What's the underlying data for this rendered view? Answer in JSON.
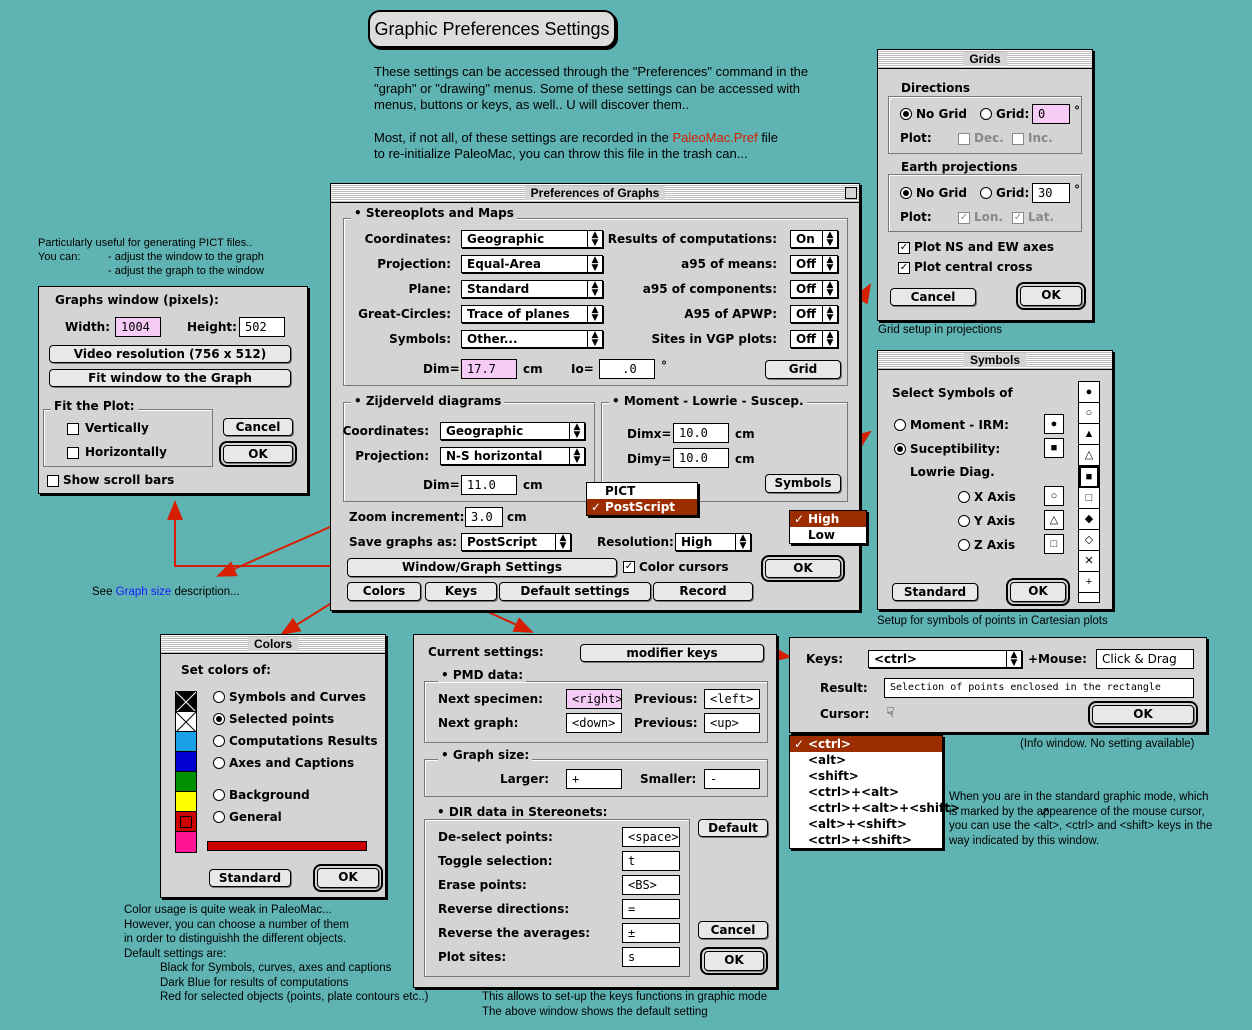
{
  "title": "Graphic Preferences Settings",
  "intro": {
    "line1": "These settings can be accessed through the \"Preferences\"  command in the",
    "line2": "\"graph\" or \"drawing\" menus. Some of these settings can be accessed with",
    "line3": "menus, buttons or keys, as well.. U will discover them..",
    "line4_pre": "Most, if not all, of these settings are recorded in the ",
    "line4_link": "PaleoMac.Pref",
    "line4_post": " file",
    "line5": "to re-initialize PaleoMac, you can throw this file in the trash can..."
  },
  "colors": {
    "bg": "#5fb3b3",
    "window": "#d4d4d4",
    "pink_field": "#f6ccf6",
    "menu_sel": "#9c2d00",
    "arrow_red": "#d61f00",
    "arrow_blue": "#1a1a9c",
    "link_red": "#d61f00",
    "link_blue": "#1a1aff"
  },
  "prefs": {
    "title": "Preferences of Graphs",
    "stereo": {
      "group": "Stereoplots and Maps",
      "coordinates_label": "Coordinates:",
      "coordinates": "Geographic",
      "projection_label": "Projection:",
      "projection": "Equal-Area",
      "plane_label": "Plane:",
      "plane": "Standard",
      "great_label": "Great-Circles:",
      "great": "Trace of planes",
      "symbols_label": "Symbols:",
      "symbols": "Other...",
      "results_label": "Results of computations:",
      "results": "On",
      "a95means_label": "a95 of means:",
      "a95means": "Off",
      "a95comp_label": "a95 of components:",
      "a95comp": "Off",
      "apwp_label": "A95 of APWP:",
      "apwp": "Off",
      "vgp_label": "Sites in VGP plots:",
      "vgp": "Off",
      "dim_label": "Dim=",
      "dim": "17.7",
      "cm": "cm",
      "io_label": "Io=",
      "io": ".0",
      "deg": "°",
      "grid_button": "Grid"
    },
    "zijd": {
      "group": "Zijderveld diagrams",
      "coordinates_label": "Coordinates:",
      "coordinates": "Geographic",
      "projection_label": "Projection:",
      "projection": "N-S horizontal",
      "dim_label": "Dim=",
      "dim": "11.0",
      "cm": "cm"
    },
    "moment": {
      "group": "Moment - Lowrie - Suscep.",
      "dimx_label": "Dimx=",
      "dimx": "10.0",
      "dimy_label": "Dimy=",
      "dimy": "10.0",
      "cm": "cm",
      "symbols_button": "Symbols"
    },
    "zoom_label": "Zoom increment:",
    "zoom": "3.0",
    "zoom_cm": "cm",
    "save_label": "Save graphs as:",
    "save": "PostScript",
    "resolution_label": "Resolution:",
    "resolution": "High",
    "window_button": "Window/Graph Settings",
    "color_cursors": "Color cursors",
    "ok": "OK",
    "colors_button": "Colors",
    "keys_button": "Keys",
    "default_button": "Default settings",
    "record_button": "Record"
  },
  "save_menu": {
    "items": [
      "PICT",
      "PostScript"
    ],
    "selected": 1
  },
  "res_menu": {
    "items": [
      "High",
      "Low"
    ],
    "selected": 0
  },
  "grids": {
    "title": "Grids",
    "dir_group": "Directions",
    "no_grid": "No Grid",
    "grid": "Grid:",
    "dir_value": "0",
    "deg": "°",
    "plot": "Plot:",
    "dec": "Dec.",
    "inc": "Inc.",
    "earth_group": "Earth projections",
    "earth_value": "30",
    "lon": "Lon.",
    "lat": "Lat.",
    "ns_ew": "Plot NS and EW axes",
    "cross": "Plot central cross",
    "cancel": "Cancel",
    "ok": "OK",
    "caption": "Grid setup in projections"
  },
  "symbols": {
    "title": "Symbols",
    "select": "Select Symbols of",
    "moment": "Moment - IRM:",
    "suscep": "Suceptibility:",
    "lowrie": "Lowrie Diag.",
    "xaxis": "X Axis",
    "yaxis": "Y Axis",
    "zaxis": "Z Axis",
    "glyphs": [
      "●",
      "■",
      "○",
      "△",
      "□"
    ],
    "palette": [
      "●",
      "○",
      "▲",
      "△",
      "■",
      "□",
      "◆",
      "◇",
      "✕",
      "+"
    ],
    "standard": "Standard",
    "ok": "OK",
    "caption": "Setup for symbols of points in Cartesian plots"
  },
  "gwin": {
    "note_title": "Particularly useful for generating PICT files..",
    "note_can": "You can:",
    "note_a": "- adjust the window to the graph",
    "note_b": "- adjust the graph to the window",
    "label": "Graphs window (pixels):",
    "width_label": "Width:",
    "width": "1004",
    "height_label": "Height:",
    "height": "502",
    "video": "Video resolution (756 x 512)",
    "fit": "Fit window to the Graph",
    "fitplot": "Fit the Plot:",
    "vert": "Vertically",
    "horiz": "Horizontally",
    "cancel": "Cancel",
    "ok": "OK",
    "scroll": "Show scroll bars"
  },
  "see": {
    "pre": "See ",
    "link": "Graph size",
    "post": " description..."
  },
  "colors_win": {
    "title": "Colors",
    "set": "Set colors of:",
    "items": [
      "Symbols and Curves",
      "Selected points",
      "Computations Results",
      "Axes and Captions",
      "Background",
      "General"
    ],
    "swatches": [
      "#000000",
      "#ffffff",
      "#1aa0e6",
      "#0000d0",
      "#009000",
      "#ffff00",
      "#cc0000",
      "#ff1493"
    ],
    "standard": "Standard",
    "ok": "OK"
  },
  "colors_note": [
    "Color usage is quite weak in PaleoMac...",
    "However, you can choose a number of them",
    "in order to distinguishh the different objects.",
    "Default settings are:",
    "Black for Symbols, curves, axes and captions",
    "Dark Blue for results of computations",
    "Red for selected objects (points, plate contours etc..)"
  ],
  "keys_win": {
    "current": "Current settings:",
    "modifier": "modifier keys",
    "pmd_group": "PMD data:",
    "next_spec": "Next specimen:",
    "next_spec_v": "<right>",
    "prev1": "Previous:",
    "prev1_v": "<left>",
    "next_graph": "Next graph:",
    "next_graph_v": "<down>",
    "prev2": "Previous:",
    "prev2_v": "<up>",
    "size_group": "Graph size:",
    "larger": "Larger:",
    "larger_v": "+",
    "smaller": "Smaller:",
    "smaller_v": "-",
    "dir_group": "DIR data in Stereonets:",
    "rows": [
      {
        "label": "De-select points:",
        "value": "<space>"
      },
      {
        "label": "Toggle selection:",
        "value": "t"
      },
      {
        "label": "Erase points:",
        "value": "<BS>"
      },
      {
        "label": "Reverse directions:",
        "value": "="
      },
      {
        "label": "Reverse the averages:",
        "value": "±"
      },
      {
        "label": "Plot sites:",
        "value": "s"
      }
    ],
    "default": "Default",
    "cancel": "Cancel",
    "ok": "OK",
    "caption1": "This allows to set-up the keys functions in graphic mode",
    "caption2": "The above window shows the default setting"
  },
  "info_win": {
    "keys_label": "Keys:",
    "keys": "<ctrl>",
    "mouse_label": "+Mouse:",
    "mouse": "Click & Drag",
    "result_label": "Result:",
    "result": "Selection of points enclosed in the rectangle",
    "cursor_label": "Cursor:",
    "ok": "OK",
    "caption": "(Info window. No setting available)"
  },
  "keys_menu": {
    "items": [
      "<ctrl>",
      "<alt>",
      "<shift>",
      "<ctrl>+<alt>",
      "<ctrl>+<alt>+<shift>",
      "<alt>+<shift>",
      "<ctrl>+<shift>"
    ],
    "selected": 0
  },
  "std_note": [
    "When you are in the standard graphic mode, which",
    "is marked by the     appearence of the mouse cursor,",
    "you can use the <alt>, <ctrl> and <shift> keys in the",
    "way indicated by this window."
  ]
}
